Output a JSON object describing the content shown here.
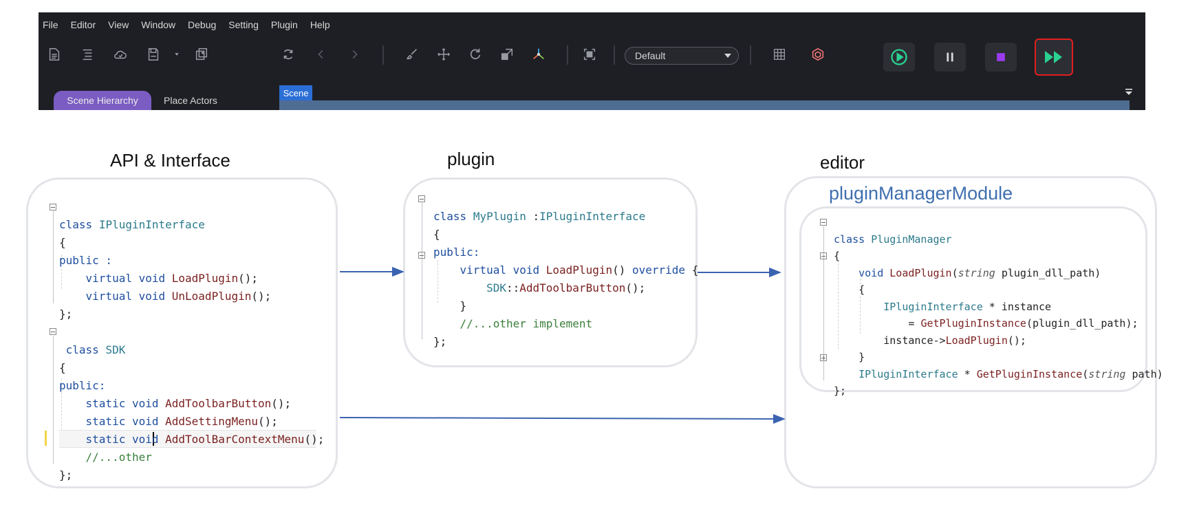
{
  "menu": [
    "File",
    "Editor",
    "View",
    "Window",
    "Debug",
    "Setting",
    "Plugin",
    "Help"
  ],
  "toolbar": {
    "left_icons": [
      "open-file-icon",
      "list-icon",
      "cloud-icon",
      "save-icon",
      "more-caret-icon",
      "add-layer-icon"
    ],
    "history_icons": [
      "refresh-icon",
      "back-icon",
      "forward-icon"
    ],
    "transform_icons": [
      "brush-icon",
      "move-icon",
      "rotate-icon",
      "scale-icon",
      "pivot-icon"
    ],
    "frame_icon": "frame-icon",
    "layout_dropdown": "Default",
    "grid_icons": [
      "grid-icon",
      "cube-icon"
    ],
    "play_controls": [
      "play-icon",
      "pause-icon",
      "stop-icon",
      "fast-forward-icon"
    ]
  },
  "tabs": {
    "active": "Scene Hierarchy",
    "other": "Place Actors",
    "scene": "Scene"
  },
  "diagram": {
    "api_title": "API & Interface",
    "plugin_title": "plugin",
    "editor_title": "editor",
    "module_title": "pluginManagerModule",
    "api_code": {
      "l1_kw": "class",
      "l1_ty": "IPluginInterface",
      "l2": "{",
      "l3": "public :",
      "l4_kw": "virtual void",
      "l4_fn": "LoadPlugin",
      "l4_tail": "();",
      "l5_kw": "virtual void",
      "l5_fn": "UnLoadPlugin",
      "l5_tail": "();",
      "l6": "};",
      "l7_kw": "class",
      "l7_ty": "SDK",
      "l8": "{",
      "l9": "public:",
      "l10_kw": "static void",
      "l10_fn": "AddToolbarButton",
      "l10_tail": "();",
      "l11_kw": "static void",
      "l11_fn": "AddSettingMenu",
      "l11_tail": "();",
      "l12_kw": "static void",
      "l12_fn": "AddToolBarContextMenu",
      "l12_tail": "();",
      "l13_cm": "//...other",
      "l14": "};"
    },
    "plugin_code": {
      "l1_kw": "class",
      "l1_ty": "MyPlugin",
      "l1_sep": " :",
      "l1_base": "IPluginInterface",
      "l2": "{",
      "l3": "public:",
      "l4_kw": "virtual void",
      "l4_fn": "LoadPlugin",
      "l4_mid": "() ",
      "l4_kw2": "override",
      "l4_tail": " {",
      "l5_ty": "SDK",
      "l5_sep": "::",
      "l5_fn": "AddToolbarButton",
      "l5_tail": "();",
      "l6": "}",
      "l7_cm": "//...other implement",
      "l8": "};"
    },
    "editor_code": {
      "l1_kw": "class",
      "l1_ty": "PluginManager",
      "l2": "{",
      "l3_kw": "void",
      "l3_fn": "LoadPlugin",
      "l3_open": "(",
      "l3_it": "string",
      "l3_tail": " plugin_dll_path)",
      "l4": "{",
      "l5_ty": "IPluginInterface",
      "l5_tail": " * instance",
      "l6_pre": "= ",
      "l6_fn": "GetPluginInstance",
      "l6_tail": "(plugin_dll_path);",
      "l7_pre": "instance->",
      "l7_fn": "LoadPlugin",
      "l7_tail": "();",
      "l8": "}",
      "l9_ty": "IPluginInterface",
      "l9_mid": " * ",
      "l9_fn": "GetPluginInstance",
      "l9_open": "(",
      "l9_it": "string",
      "l9_tail": " path)",
      "l10": "};"
    }
  },
  "colors": {
    "editor_bg": "#1e1f24",
    "tab_active": "#7b5cc2",
    "scene_tab": "#2b6fd6",
    "play_green": "#2ad190",
    "stop_purple": "#9b3bf0",
    "highlight_red": "#e21e1e",
    "arrow": "#3a63b0",
    "module_title": "#3f6fb0"
  }
}
